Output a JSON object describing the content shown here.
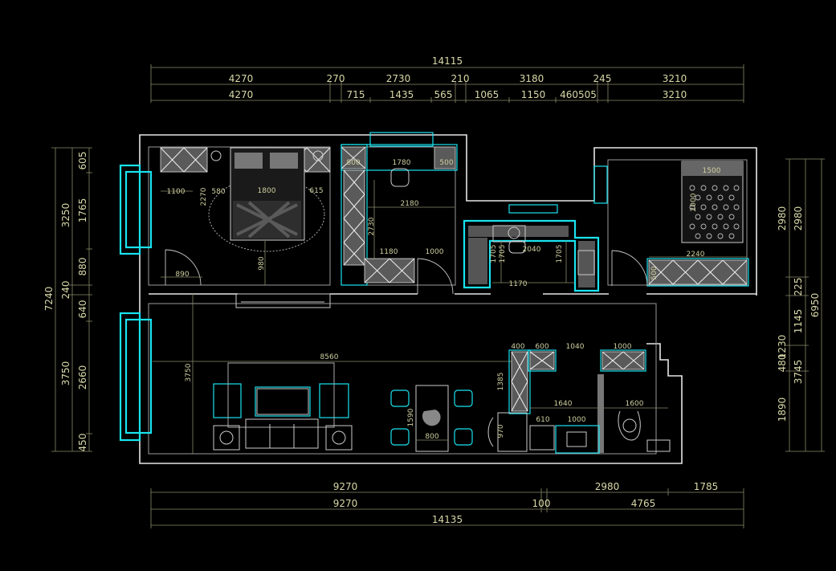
{
  "title": "floor-plan",
  "colors": {
    "background": "#000000",
    "wall": "#e6e6e6",
    "highlight": "#19e3f0",
    "dimension": "#d8d8a8"
  },
  "top_dims": {
    "total": "14115",
    "row1": [
      "4270",
      "270",
      "2730",
      "210",
      "3180",
      "245",
      "3210"
    ],
    "row2": [
      "4270",
      "715",
      "1435",
      "565",
      "1065",
      "1150",
      "460505",
      "3210"
    ]
  },
  "bottom_dims": {
    "row1": [
      "9270",
      "2980",
      "1785"
    ],
    "row2": [
      "9270",
      "100",
      "4765"
    ],
    "total": "14135"
  },
  "left_dims": {
    "total": "7240",
    "col2": [
      "3250",
      "240",
      "3750"
    ],
    "col3": [
      "605",
      "1765",
      "880",
      "640",
      "2660",
      "450"
    ]
  },
  "right_dims": {
    "total": "6950",
    "col1": [
      "2980",
      "225",
      "1145",
      "3745"
    ],
    "col2": [
      "2980",
      "1230",
      "480",
      "1890"
    ]
  },
  "inner_dims": {
    "bed1": [
      "1100",
      "2270",
      "580",
      "1800",
      "615",
      "980",
      "890"
    ],
    "study": [
      "800",
      "1780",
      "500",
      "2180",
      "2730",
      "1180",
      "1000"
    ],
    "kitchen": [
      "1705",
      "1705",
      "2040",
      "1705",
      "1170"
    ],
    "bed2": [
      "1500",
      "2000",
      "2240",
      "500"
    ],
    "living": [
      "8560",
      "3750",
      "1590",
      "800"
    ],
    "bath": [
      "400",
      "600",
      "1040",
      "1000",
      "1385",
      "1640",
      "1600",
      "610",
      "1000",
      "970"
    ]
  }
}
